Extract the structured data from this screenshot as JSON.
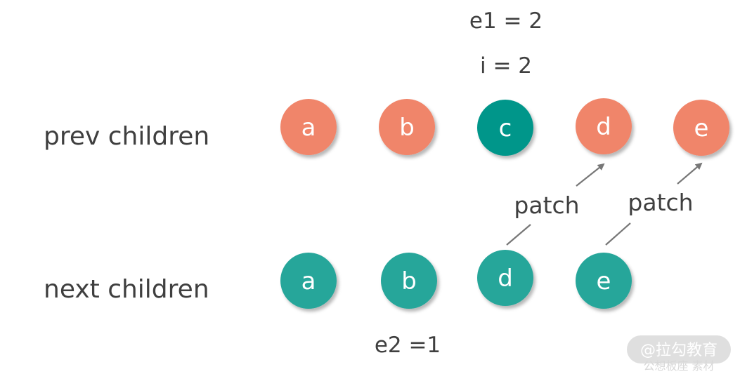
{
  "labels": {
    "prev_row": "prev children",
    "next_row": "next children",
    "e1": "e1 = 2",
    "i": "i = 2",
    "e2": "e2 =1",
    "patch_1": "patch",
    "patch_2": "patch"
  },
  "prev_children": [
    {
      "key": "a",
      "state": "unchanged"
    },
    {
      "key": "b",
      "state": "unchanged"
    },
    {
      "key": "c",
      "state": "removed"
    },
    {
      "key": "d",
      "state": "unchanged"
    },
    {
      "key": "e",
      "state": "unchanged"
    }
  ],
  "next_children": [
    {
      "key": "a"
    },
    {
      "key": "b"
    },
    {
      "key": "d"
    },
    {
      "key": "e"
    }
  ],
  "patches": [
    {
      "from": "next.d",
      "to": "prev.d",
      "label": "patch"
    },
    {
      "from": "next.e",
      "to": "prev.e",
      "label": "patch"
    }
  ],
  "colors": {
    "prev_node": "#f0856a",
    "removed_node": "#00968a",
    "next_node": "#27a69a",
    "text": "#3f3f3f",
    "arrow": "#777777"
  },
  "watermark": {
    "text": "@拉勾教育",
    "sub": "公想板座 素材"
  }
}
